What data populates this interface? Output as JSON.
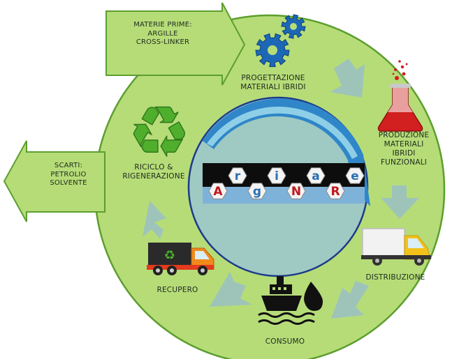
{
  "colors": {
    "wheel_fill": "#b6dc78",
    "wheel_stroke": "#5c9e2e",
    "arrow_fill": "#9ec4ba",
    "center_fill": "#9fc9c3",
    "center_stroke": "#1d3b8a",
    "arc_blue": "#2f86c8",
    "arc_cyan": "#9fdcec",
    "banner_bg": "#0d0d0d",
    "letter_red": "#c0171c",
    "letter_blue": "#2a6fb2",
    "recycle_green": "#4faf2d",
    "gear_blue": "#1c67b6",
    "flask_red": "#d21f1f",
    "truck_yellow": "#f2c21b",
    "truck_orange": "#f08a1c"
  },
  "input_box": {
    "title": "MATERIE PRIME:",
    "items": [
      "ARGILLE",
      "CROSS-LINKER"
    ]
  },
  "output_box": {
    "title": "SCARTI:",
    "items": [
      "PETROLIO",
      "SOLVENTE"
    ]
  },
  "stages": [
    {
      "id": "design",
      "lines": [
        "PROGETTAZIONE",
        "MATERIALI IBRIDI"
      ],
      "icon": "gears-icon"
    },
    {
      "id": "production",
      "lines": [
        "PRODUZIONE",
        "MATERIALI",
        "IBRIDI",
        "FUNZIONALI"
      ],
      "icon": "flask-icon"
    },
    {
      "id": "distribution",
      "lines": [
        "DISTRIBUZIONE"
      ],
      "icon": "delivery-truck-icon"
    },
    {
      "id": "consumption",
      "lines": [
        "CONSUMO"
      ],
      "icon": "ship-oil-icon"
    },
    {
      "id": "recovery",
      "lines": [
        "RECUPERO"
      ],
      "icon": "recycling-truck-icon"
    },
    {
      "id": "recycling",
      "lines": [
        "RICICLO &",
        "RIGENERAZIONE"
      ],
      "icon": "recycle-icon"
    }
  ],
  "logo": {
    "letters": [
      "A",
      "r",
      "g",
      "i",
      "N",
      "a",
      "R",
      "e"
    ],
    "letter_colors": [
      "red",
      "blue",
      "blue",
      "blue",
      "red",
      "blue",
      "red",
      "blue"
    ]
  }
}
